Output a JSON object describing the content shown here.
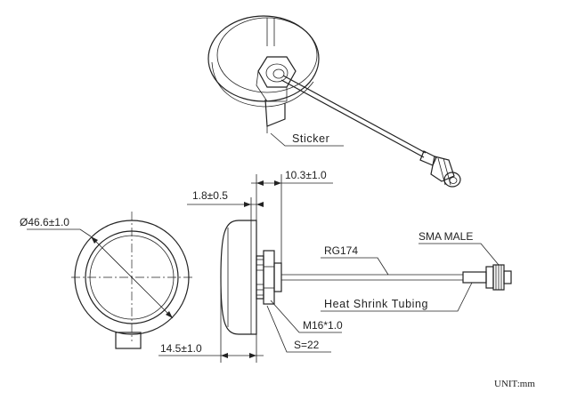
{
  "labels": {
    "sticker": "Sticker",
    "dim_top": "10.3±1.0",
    "dim_thickness": "1.8±0.5",
    "dim_diameter": "Ø46.6±1.0",
    "dim_height": "14.5±1.0",
    "cable": "RG174",
    "connector": "SMA MALE",
    "tubing": "Heat Shrink Tubing",
    "thread": "M16*1.0",
    "nut": "S=22",
    "unit": "UNIT:mm"
  }
}
